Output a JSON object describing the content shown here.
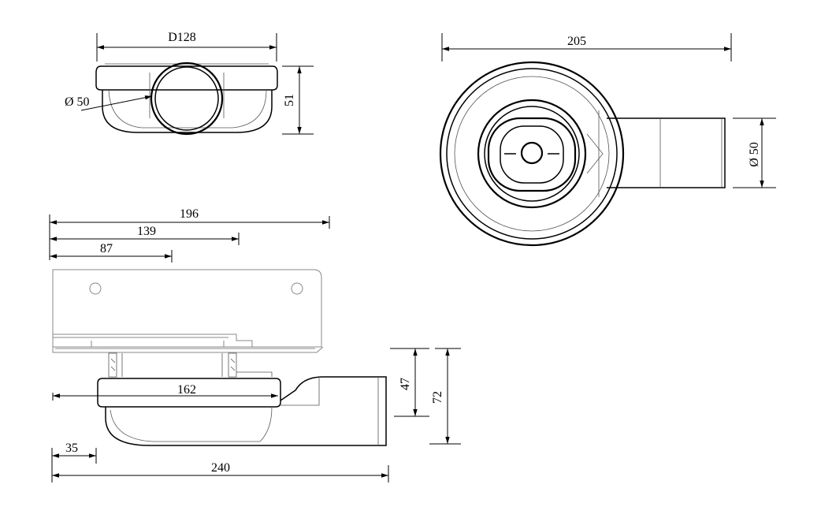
{
  "top_view": {
    "width_label": "D128",
    "height_label": "51",
    "outlet_label": "Ø 50"
  },
  "plan_view": {
    "length_label": "205",
    "outlet_label": "Ø 50"
  },
  "side_view": {
    "dim_196": "196",
    "dim_139": "139",
    "dim_87": "87",
    "dim_162": "162",
    "dim_47": "47",
    "dim_72": "72",
    "dim_35": "35",
    "dim_240": "240"
  }
}
